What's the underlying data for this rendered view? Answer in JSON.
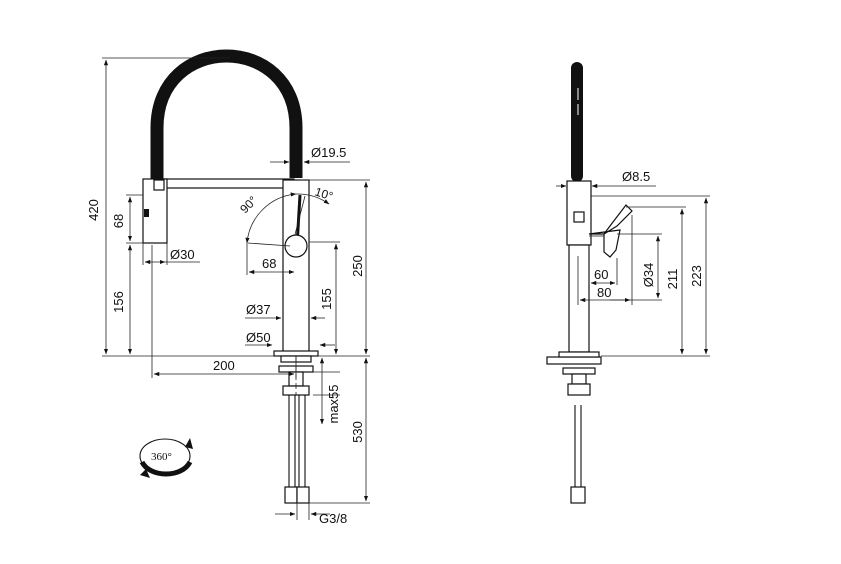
{
  "drawing": {
    "front_view": {
      "dims": {
        "total_height": "420",
        "head_height": "68",
        "base_height": "156",
        "hose_diameter": "Ø19.5",
        "head_diameter": "Ø30",
        "lever_length": "68",
        "body_diameter": "Ø37",
        "base_diameter": "Ø50",
        "reach": "200",
        "body_height": "155",
        "spout_height": "250",
        "max_thickness": "max55",
        "hose_length": "530",
        "thread": "G3/8"
      },
      "angles": {
        "lever_swing": "90°",
        "lever_tilt": "10°"
      },
      "rotation": "360°"
    },
    "side_view": {
      "dims": {
        "outlet_diameter": "Ø8.5",
        "lever_offset_a": "60",
        "lever_offset_b": "80",
        "lever_diameter": "Ø34",
        "handle_height": "211",
        "top_height": "223"
      }
    }
  }
}
